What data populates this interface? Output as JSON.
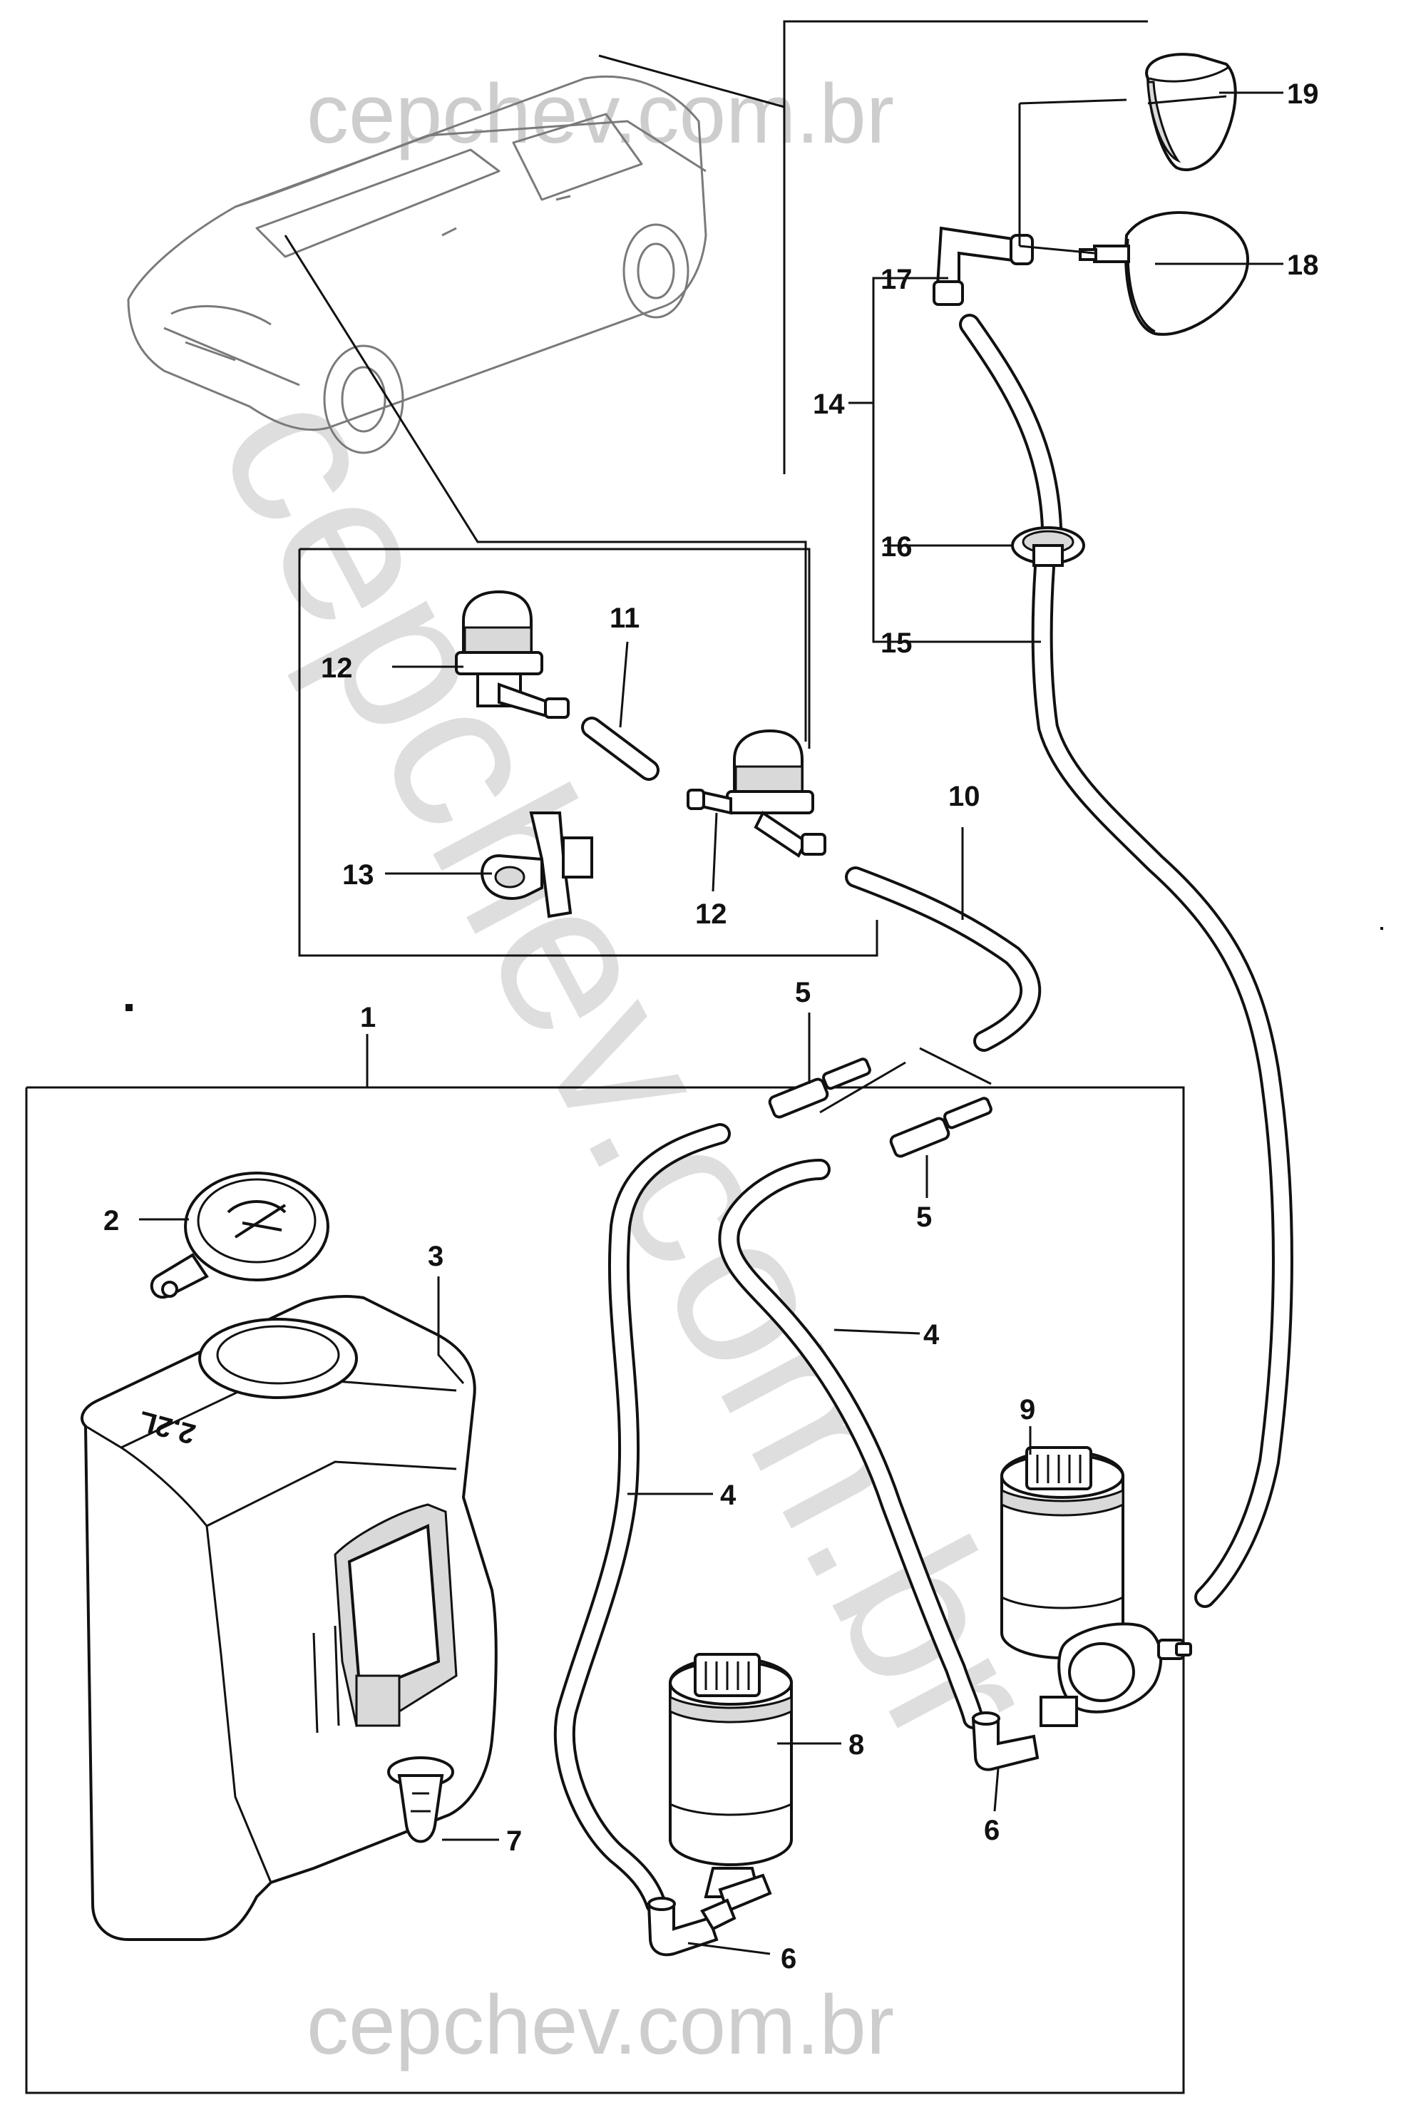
{
  "watermarks": {
    "top": "cepchev.com.br",
    "bottom": "cepchev.com.br",
    "diagonal": "cepchev.com.br"
  },
  "callouts": {
    "n1": "1",
    "n2": "2",
    "n3": "3",
    "n4a": "4",
    "n4b": "4",
    "n5a": "5",
    "n5b": "5",
    "n6a": "6",
    "n6b": "6",
    "n7": "7",
    "n8": "8",
    "n9": "9",
    "n10": "10",
    "n11": "11",
    "n12a": "12",
    "n12b": "12",
    "n13": "13",
    "n14": "14",
    "n15": "15",
    "n16": "16",
    "n17": "17",
    "n18": "18",
    "n19": "19"
  },
  "reservoir_marking": "2.2L"
}
